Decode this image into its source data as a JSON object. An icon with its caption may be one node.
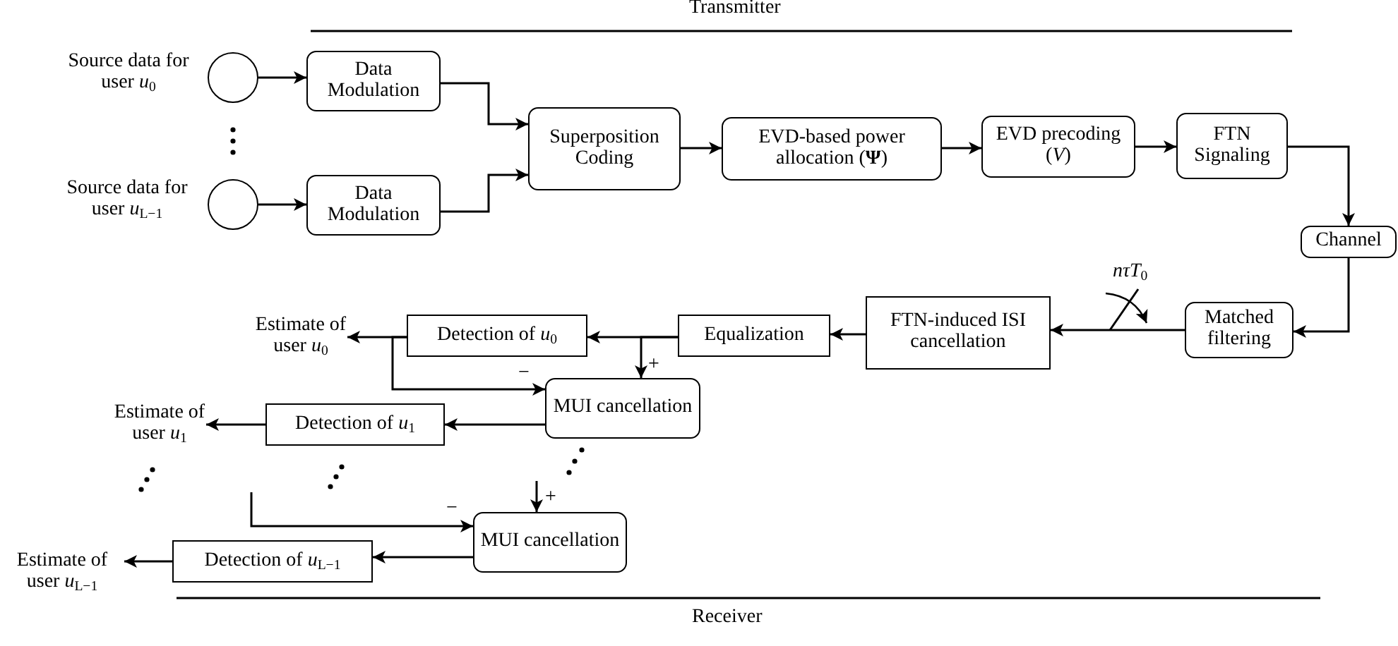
{
  "diagram": {
    "nodes": [
      {
        "text": [],
        "shape": "circle",
        "beside": [
          "Source data for user *u*$_{0}$"
        ]
      },
      {
        "text": [],
        "shape": "circle",
        "beside": [
          "Source data for user *u*$_{L−1}$"
        ]
      },
      {
        "text": [
          "Data Modulation"
        ]
      },
      {
        "text": [
          "Data Modulation"
        ]
      },
      {
        "text": [
          "Superposition Coding"
        ]
      },
      {
        "text": [
          "EVD-based power allocation (**Ψ**)"
        ]
      },
      {
        "text": [
          "EVD precoding (*V*)"
        ]
      },
      {
        "text": [
          "FTN Signaling"
        ]
      },
      {
        "text": [
          "Channel"
        ]
      },
      {
        "text": [
          "Matched filtering"
        ]
      },
      {
        "text": [
          "FTN-induced ISI cancellation"
        ]
      },
      {
        "text": [
          "Equalization"
        ]
      },
      {
        "text": [
          "Detection of *u*$_{0}$"
        ]
      },
      {
        "text": [
          "Estimate of user *u*$_{0}$"
        ]
      },
      {
        "text": [
          "MUI cancellation"
        ]
      },
      {
        "text": [
          "Detection of *u*$_{1}$"
        ]
      },
      {
        "text": [
          "Estimate of user *u*$_{1}$"
        ]
      },
      {
        "text": [
          "MUI cancellation"
        ]
      },
      {
        "text": [
          "Detection of *u*$_{L−1}$"
        ]
      },
      {
        "text": [
          "Estimate of user *u*$_{L−1}$"
        ]
      }
    ],
    "edges": [
      {
        "from": 0,
        "to": 2,
        "arrow": "to"
      },
      {
        "from": 1,
        "to": 3,
        "arrow": "to"
      },
      {
        "from": 2,
        "to": 4,
        "arrow": "to"
      },
      {
        "from": 3,
        "to": 4,
        "arrow": "to"
      },
      {
        "from": 4,
        "to": 5,
        "arrow": "to"
      },
      {
        "from": 5,
        "to": 6,
        "arrow": "to"
      },
      {
        "from": 6,
        "to": 7,
        "arrow": "to"
      },
      {
        "from": 7,
        "to": 8,
        "arrow": "to"
      },
      {
        "from": 8,
        "to": 9,
        "arrow": "to"
      },
      {
        "from": 9,
        "to": 10,
        "arrow": "to",
        "label": "*nτT*$_{0}$"
      },
      {
        "from": 10,
        "to": 11,
        "arrow": "to"
      },
      {
        "from": 11,
        "to": 12,
        "arrow": "to"
      },
      {
        "from": 12,
        "to": 13,
        "arrow": "to"
      },
      {
        "from": 11,
        "to": 14,
        "arrow": "to",
        "label": "+"
      },
      {
        "from": 12,
        "to": 14,
        "arrow": "to",
        "label": "−"
      },
      {
        "from": 14,
        "to": 15,
        "arrow": "to"
      },
      {
        "from": 15,
        "to": 16,
        "arrow": "to"
      },
      {
        "from": null,
        "to": 17,
        "arrow": "to",
        "label": "+"
      },
      {
        "from": null,
        "to": 17,
        "arrow": "to",
        "label": "−"
      },
      {
        "from": 17,
        "to": 18,
        "arrow": "to"
      },
      {
        "from": 18,
        "to": 19,
        "arrow": "to"
      }
    ],
    "labels": [
      "Transmitter",
      "Receiver"
    ]
  }
}
